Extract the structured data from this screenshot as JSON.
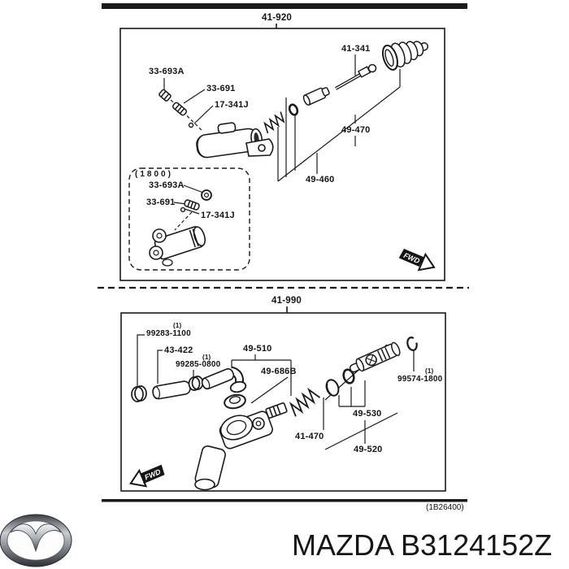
{
  "colors": {
    "ink": "#1a1a1a",
    "background": "#ffffff"
  },
  "top_section": {
    "title": "41-920",
    "fwd": "FWD",
    "labels": {
      "bleeder_cap": "33-693A",
      "bleeder_screw": "33-691",
      "pin": "17-341J",
      "push_rod": "41-341",
      "repair_kit": "49-470",
      "release_cylinder": "49-460"
    },
    "variant": {
      "tag": "(1800)",
      "labels": {
        "bleeder_cap": "33-693A",
        "bleeder_screw": "33-691",
        "pin": "17-341J"
      }
    }
  },
  "bottom_section": {
    "title": "41-990",
    "fwd": "FWD",
    "labels": {
      "clamp1_qty": "(1)",
      "clamp1": "99283-1100",
      "hose": "43-422",
      "clamp2_qty": "(1)",
      "clamp2": "99285-0800",
      "union_pipe": "49-510",
      "gland_cap": "49-686B",
      "snap_ring_qty": "(1)",
      "snap_ring": "99574-1800",
      "spring": "41-470",
      "piston_kit": "49-530",
      "cylinder_kit": "49-520"
    }
  },
  "footer": {
    "sheet_code": "(1B26400)",
    "brand_text": "MAZDA B3124152Z"
  }
}
